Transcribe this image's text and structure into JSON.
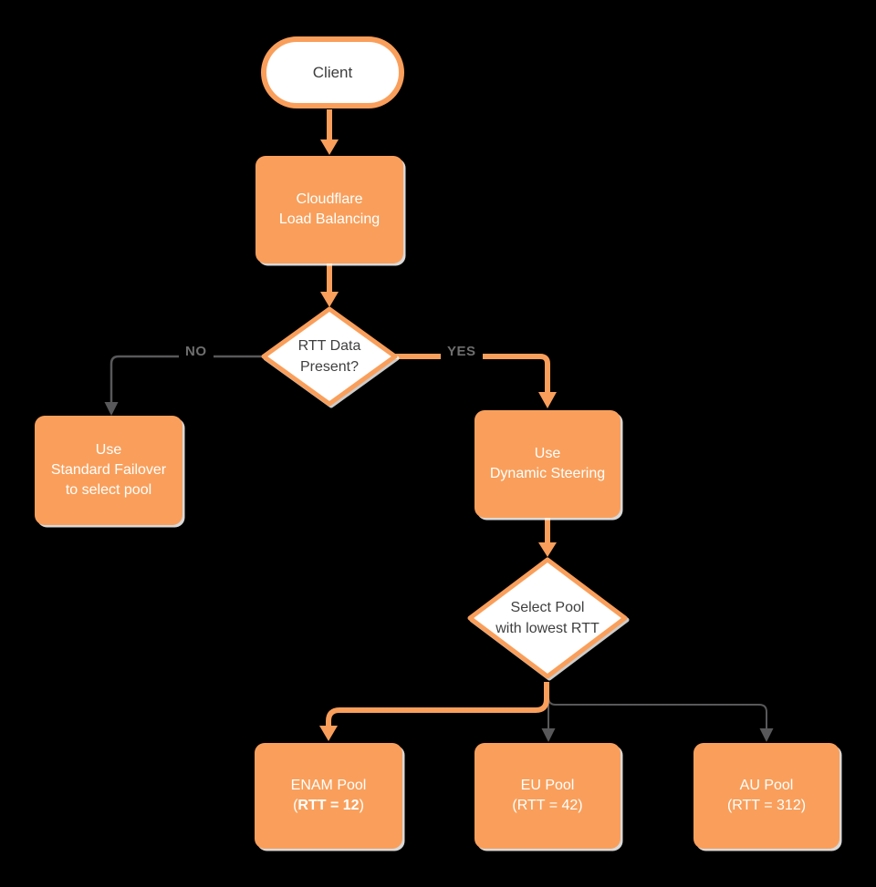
{
  "canvas": {
    "background": "#000000"
  },
  "colors": {
    "shape_orange": "#F99F5B",
    "shape_white": "#FFFFFF",
    "text_on_orange": "#FFFFFF",
    "text_dark": "#3F3F3F",
    "gray_line": "#58585A",
    "edge_label_gray": "#6E6E6E",
    "shadow_white": "#FFFFFF"
  },
  "nodes": {
    "client": {
      "label": "Client"
    },
    "load_balancer": {
      "line1": "Cloudflare",
      "line2": "Load Balancing"
    },
    "rtt_decision": {
      "line1": "RTT Data",
      "line2": "Present?"
    },
    "standard_failover": {
      "line1": "Use",
      "line2": "Standard Failover",
      "line3": "to select pool"
    },
    "dynamic_steering": {
      "line1": "Use",
      "line2": "Dynamic Steering"
    },
    "select_pool": {
      "line1": "Select Pool",
      "line2": "with lowest RTT"
    },
    "enam_pool": {
      "line1": "ENAM Pool",
      "paren_open": "(",
      "rtt": "RTT = 12",
      "paren_close": ")"
    },
    "eu_pool": {
      "line1": "EU Pool",
      "line2": "(RTT = 42)"
    },
    "au_pool": {
      "line1": "AU Pool",
      "line2": "(RTT = 312)"
    }
  },
  "edges": {
    "no_label": "NO",
    "yes_label": "YES"
  }
}
